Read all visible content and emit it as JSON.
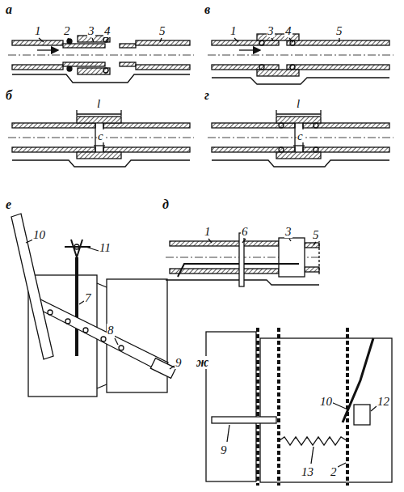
{
  "diagram": {
    "labels": [
      "а",
      "1",
      "2",
      "3",
      "4",
      "5",
      "в",
      "1",
      "3",
      "4",
      "5",
      "б",
      "l",
      "c",
      "г",
      "l",
      "c",
      "е",
      "10",
      "11",
      "7",
      "8",
      "9",
      "д",
      "1",
      "6",
      "3",
      "5",
      "ж",
      "9",
      "10",
      "12",
      "2",
      "13"
    ]
  }
}
